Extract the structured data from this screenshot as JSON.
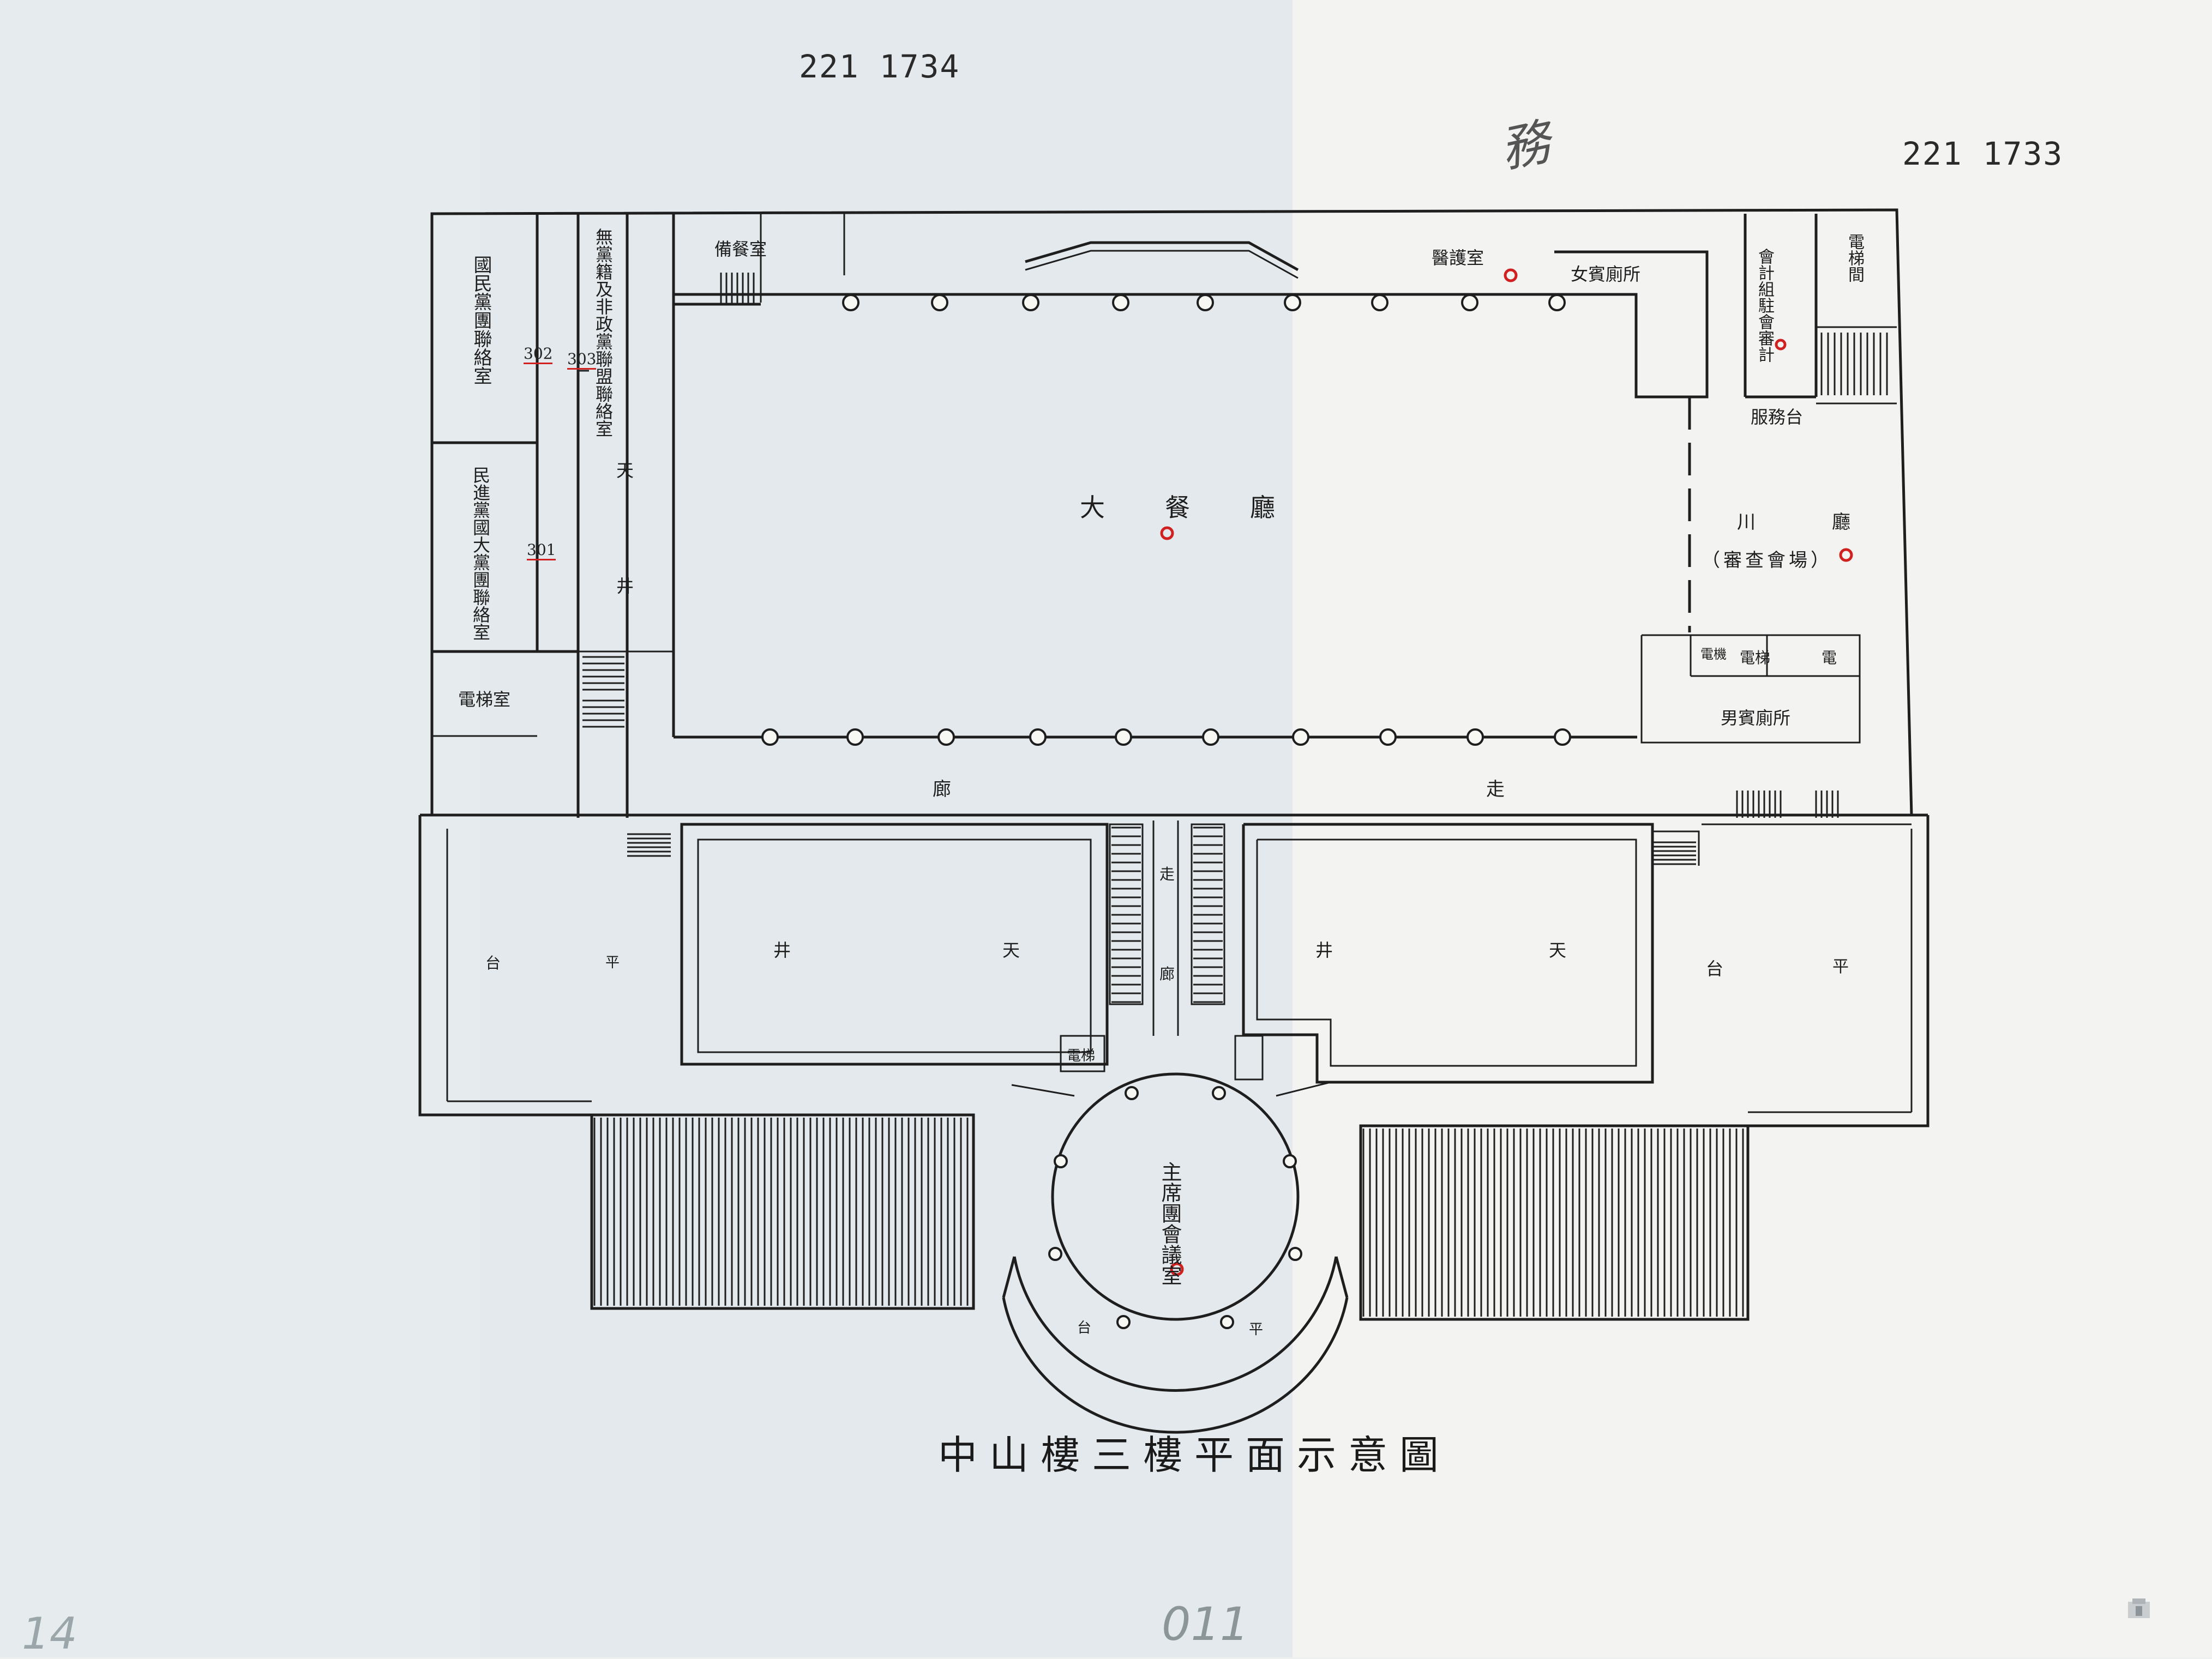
{
  "document": {
    "ref_left": "221 1734",
    "ref_right": "221 1733",
    "caption": "中山樓三樓平面示意圖",
    "margin_note": "務",
    "bottom_left_mark": "14",
    "bottom_center_mark": "011"
  },
  "colors": {
    "paper_left": "#e6ecee",
    "paper_right": "#f3f4f1",
    "ink": "#1e1e1e",
    "red_marker": "#d02020"
  },
  "rooms": {
    "kmt_group": "國民黨團聯絡室",
    "nonparty": "無黨籍及非政黨聯盟聯絡室",
    "dpp_group": "民進黨國大黨團聯絡室",
    "room_302": "302",
    "room_303": "303",
    "room_301": "301",
    "spare_dining": "備餐室",
    "medical": "醫護室",
    "women_wc": "女賓廁所",
    "accounting": "會計組駐會審計",
    "elevator_upper": "電梯間",
    "service_desk": "服務台",
    "banquet_hall": "大餐廳",
    "sichuan_hall": "川廳",
    "sichuan_sub": "（審查會場）",
    "electric_1": "電機",
    "electric_2": "電梯",
    "electric_3": "電",
    "elevator_room": "電梯室",
    "men_wc": "男賓廁所",
    "corridor_l": "廊",
    "corridor_r": "走",
    "corridor_center_1": "走",
    "corridor_center_2": "廊",
    "patio_left_1": "井",
    "patio_left_2": "天",
    "patio_right_1": "井",
    "patio_right_2": "天",
    "patio_upper_1": "天",
    "patio_upper_2": "井",
    "terrace_left_1": "台",
    "terrace_left_2": "平",
    "terrace_right_1": "台",
    "terrace_right_2": "平",
    "terrace_bottom_1": "台",
    "terrace_bottom_2": "平",
    "switch_room": "電梯",
    "presidium": "主席團會議室"
  }
}
